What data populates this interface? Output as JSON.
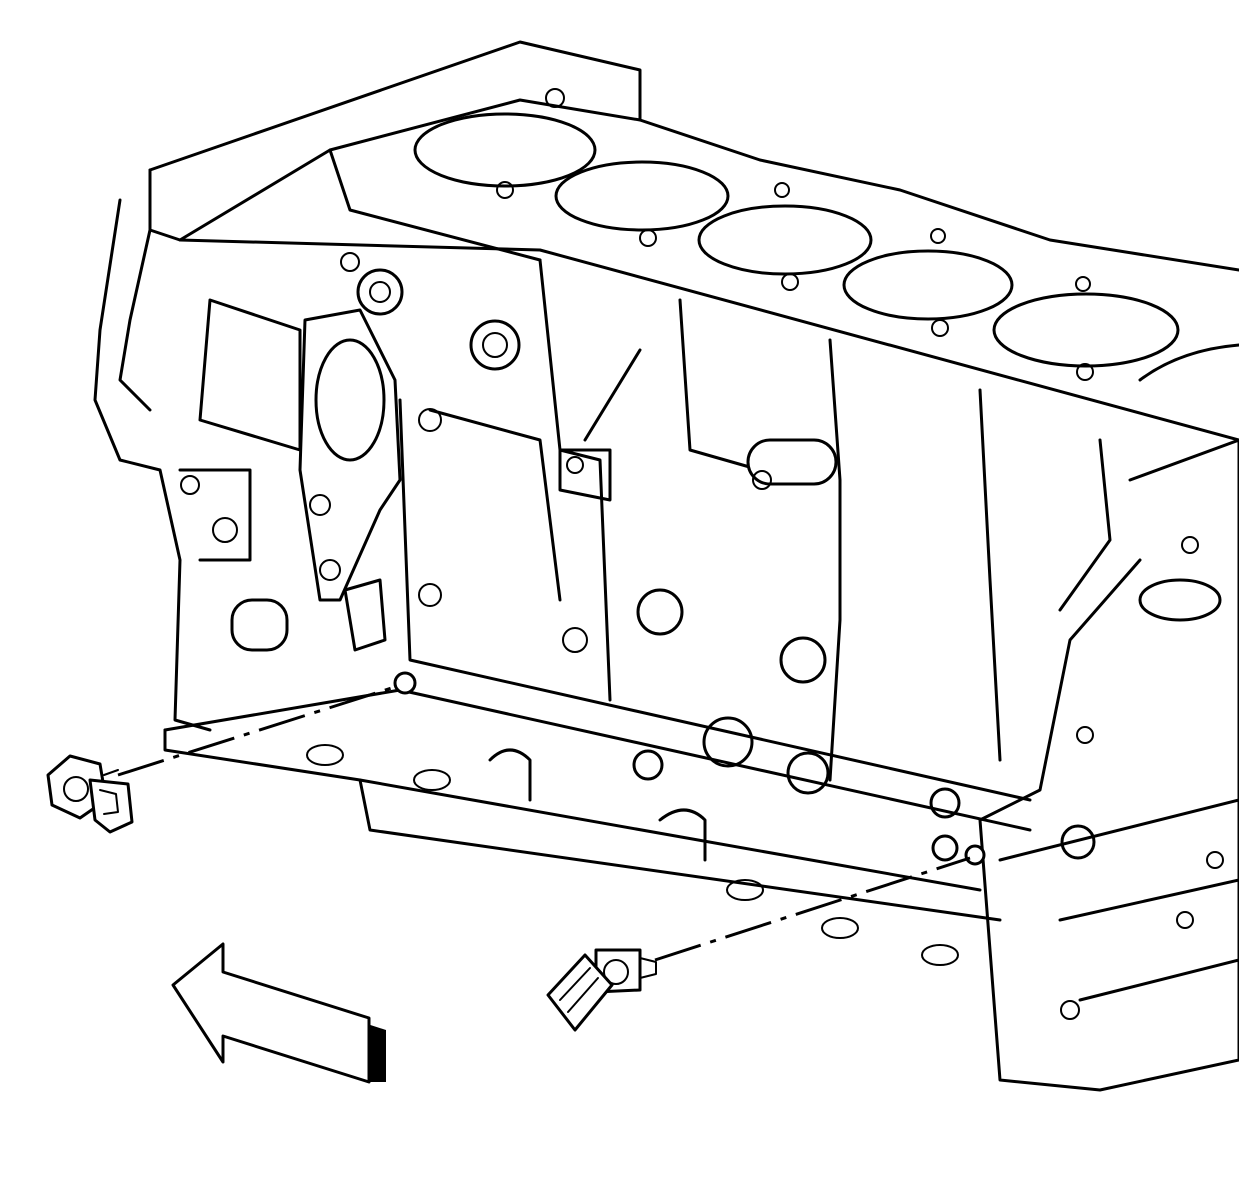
{
  "figure": {
    "style": "black line-art technical illustration, white background",
    "parts": [
      {
        "name": "engine-block",
        "icon": "engine-block-icon"
      },
      {
        "name": "knock-sensor-front",
        "icon": "knock-sensor-icon"
      },
      {
        "name": "knock-sensor-rear",
        "icon": "knock-sensor-icon"
      },
      {
        "name": "direction-arrow",
        "icon": "arrow-left-icon"
      }
    ],
    "colors": {
      "stroke": "#000000",
      "background": "#ffffff"
    }
  }
}
